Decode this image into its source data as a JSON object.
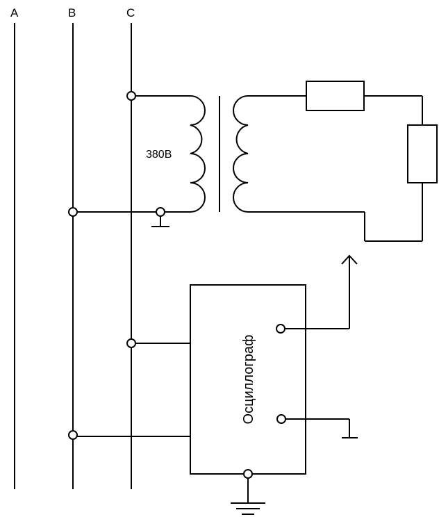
{
  "diagram": {
    "type": "electrical-schematic",
    "bus_labels": [
      "A",
      "B",
      "C"
    ],
    "transformer_label": "380В",
    "oscilloscope_label": "Осциллограф",
    "colors": {
      "stroke": "#000000",
      "background": "#ffffff"
    }
  }
}
